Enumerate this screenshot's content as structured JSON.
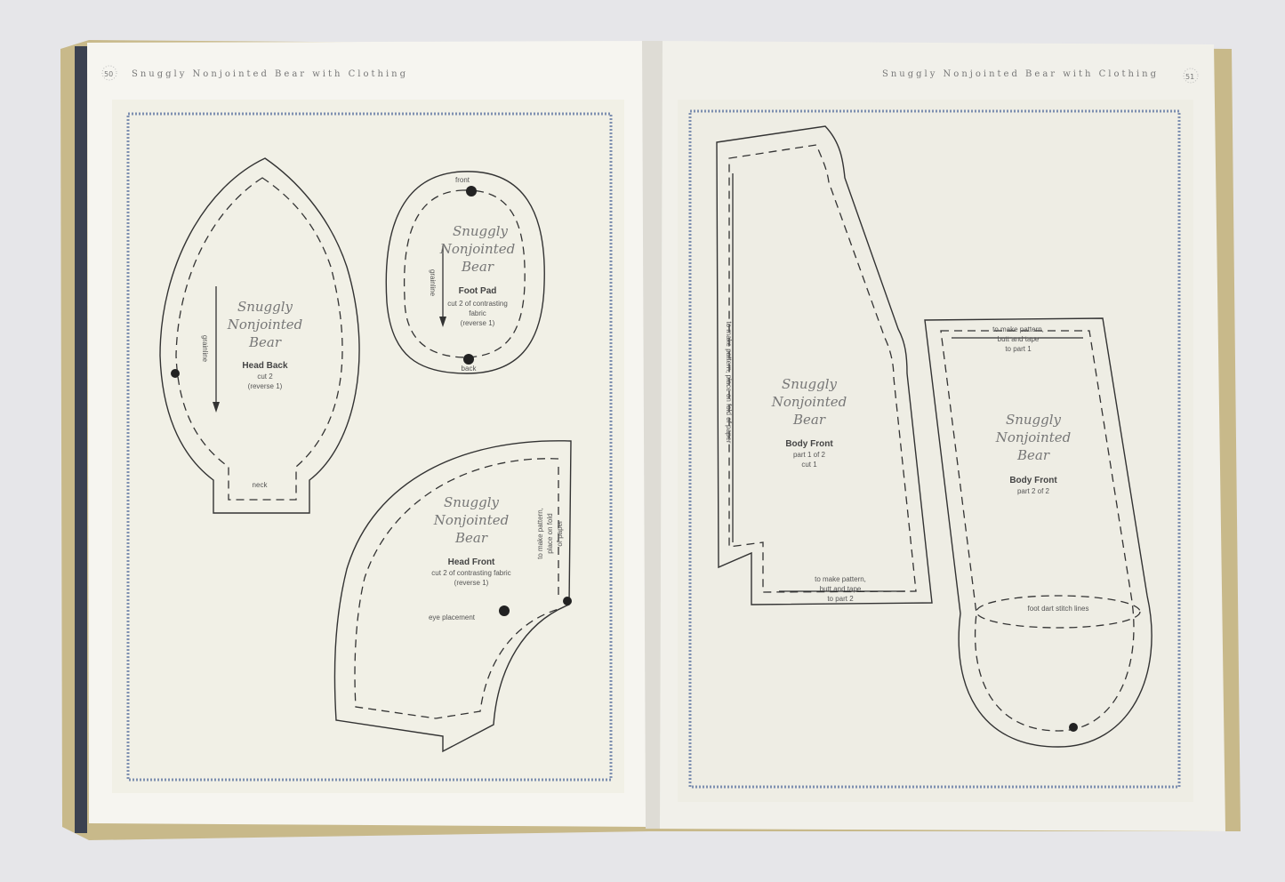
{
  "left_page": {
    "page_number": "50",
    "running_header": "Snuggly Nonjointed Bear with Clothing",
    "pieces": {
      "head_back": {
        "brand": [
          "Snuggly",
          "Nonjointed",
          "Bear"
        ],
        "name": "Head Back",
        "notes": [
          "cut 2",
          "(reverse 1)"
        ],
        "grainline": "grainline",
        "neck": "neck"
      },
      "foot_pad": {
        "brand": [
          "Snuggly",
          "Nonjointed",
          "Bear"
        ],
        "name": "Foot Pad",
        "notes": [
          "cut 2 of contrasting",
          "fabric",
          "(reverse 1)"
        ],
        "grainline": "grainline",
        "front": "front",
        "back": "back"
      },
      "head_front": {
        "brand": [
          "Snuggly",
          "Nonjointed",
          "Bear"
        ],
        "name": "Head Front",
        "notes": [
          "cut 2 of contrasting fabric",
          "(reverse 1)"
        ],
        "fold": [
          "to make pattern,",
          "place on fold",
          "of paper"
        ],
        "eye": "eye placement"
      }
    }
  },
  "right_page": {
    "page_number": "51",
    "running_header": "Snuggly Nonjointed Bear with Clothing",
    "pieces": {
      "body_front_1": {
        "brand": [
          "Snuggly",
          "Nonjointed",
          "Bear"
        ],
        "name": "Body Front",
        "notes": [
          "part 1 of 2",
          "cut 1"
        ],
        "fold": "to make pattern, place on fold of paper",
        "butt": [
          "to make pattern,",
          "butt and tape",
          "to part 2"
        ]
      },
      "body_front_2": {
        "brand": [
          "Snuggly",
          "Nonjointed",
          "Bear"
        ],
        "name": "Body Front",
        "notes": [
          "part 2 of 2"
        ],
        "butt": [
          "to make pattern,",
          "butt and tape",
          "to part 1"
        ],
        "dart": "foot dart stitch lines"
      }
    }
  }
}
